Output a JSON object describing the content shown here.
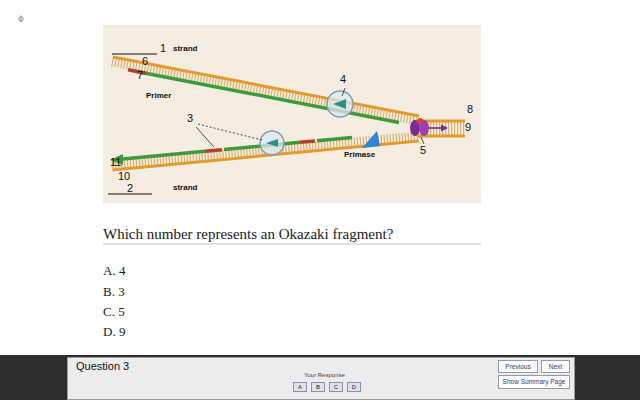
{
  "diagram": {
    "nodes": [
      {
        "text": [
          "Question 3",
          "Your Response"
        ]
      },
      {
        "text": [
          "A"
        ],
        "in": 0
      },
      {
        "text": [
          "B"
        ],
        "in": 0
      },
      {
        "text": [
          "C"
        ],
        "in": 0
      },
      {
        "text": [
          "D"
        ],
        "in": 0
      },
      {
        "text": [
          "Previous"
        ],
        "in": 0
      },
      {
        "text": [
          "Next"
        ],
        "in": 0
      },
      {
        "text": [
          "Show Summary Page"
        ],
        "in": 0
      }
    ],
    "labels": [
      "1",
      "strand",
      "6",
      "7",
      "Primer",
      "3",
      "4",
      "8",
      "9",
      "5",
      "Primase",
      "11",
      "10",
      "2",
      "strand",
      "Which number represents an Okazaki fragment?",
      "A. 4",
      "B. 3",
      "C. 5",
      "D. 9"
    ]
  }
}
